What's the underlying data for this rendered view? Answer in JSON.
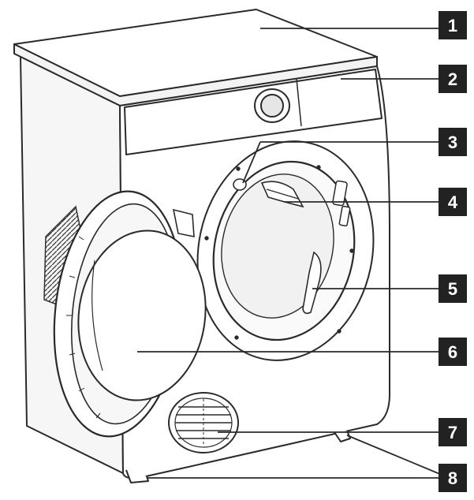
{
  "callouts": [
    {
      "label": "1"
    },
    {
      "label": "2"
    },
    {
      "label": "3"
    },
    {
      "label": "4"
    },
    {
      "label": "5"
    },
    {
      "label": "6"
    },
    {
      "label": "7"
    },
    {
      "label": "8"
    }
  ],
  "colors": {
    "line": "#2a2a2a",
    "callout_box": "#222222",
    "callout_text": "#ffffff",
    "fill_light": "#ffffff",
    "fill_shade": "#ececec"
  }
}
